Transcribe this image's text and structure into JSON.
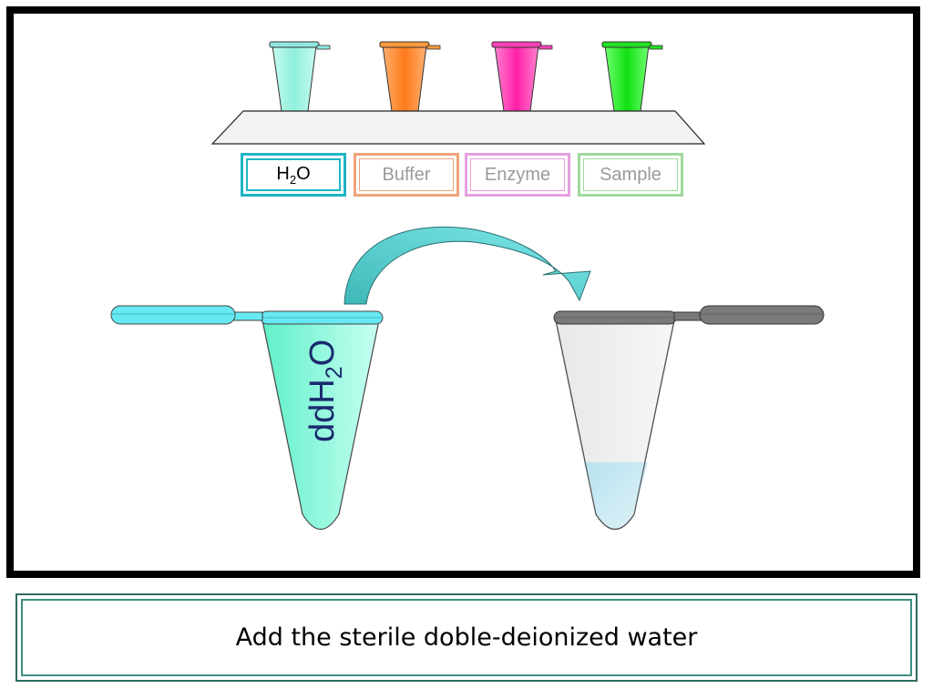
{
  "labels": {
    "h2o": {
      "main": "H",
      "sub": "2",
      "tail": "O",
      "color": "#1fb5c4",
      "text_color": "#000000"
    },
    "buffer": {
      "text": "Buffer",
      "color": "#f0a37a",
      "text_color": "#9a9a9a"
    },
    "enzyme": {
      "text": "Enzyme",
      "color": "#e6a0e0",
      "text_color": "#9a9a9a"
    },
    "sample": {
      "text": "Sample",
      "color": "#9ed99e",
      "text_color": "#9a9a9a"
    }
  },
  "source_tube": {
    "text_main": "ddH",
    "text_sub": "2",
    "text_tail": "O",
    "color": "#7ff5d8",
    "cap_color": "#66e8f2",
    "text_color": "#1a2a6e"
  },
  "target_tube": {
    "cap_color": "#7a7a7a",
    "liquid_color": "#bfe6f0"
  },
  "rack_tubes": [
    "#9ff0e0",
    "#ff8a2a",
    "#ff33b0",
    "#22ee22"
  ],
  "arrow_color": "#4fc7c9",
  "caption": "Add the sterile doble-deionized water"
}
